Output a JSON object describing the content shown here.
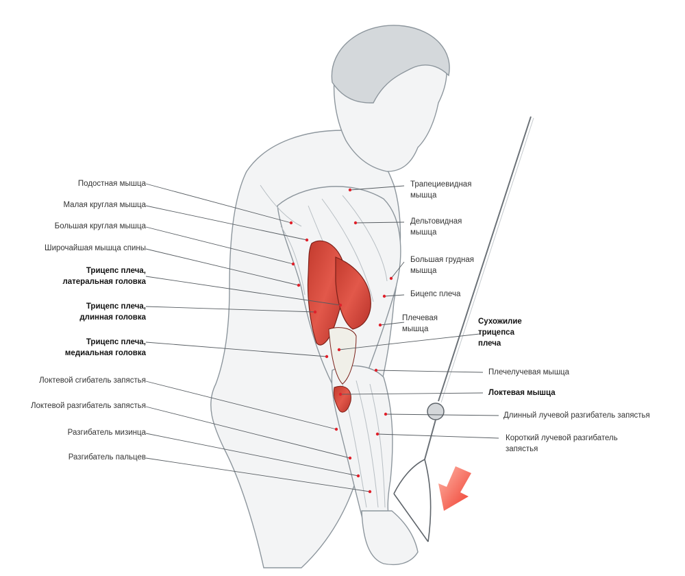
{
  "diagram": {
    "left_labels": [
      {
        "lines": [
          "Подостная мышца"
        ],
        "bold": false
      },
      {
        "lines": [
          "Малая круглая мышца"
        ],
        "bold": false
      },
      {
        "lines": [
          "Большая круглая мышца"
        ],
        "bold": false
      },
      {
        "lines": [
          "Широчайшая мышца спины"
        ],
        "bold": false
      },
      {
        "lines": [
          "Трицепс плеча,",
          "латеральная головка"
        ],
        "bold": true
      },
      {
        "lines": [
          "Трицепс плеча,",
          "длинная головка"
        ],
        "bold": true
      },
      {
        "lines": [
          "Трицепс плеча,",
          "медиальная головка"
        ],
        "bold": true
      },
      {
        "lines": [
          "Локтевой сгибатель запястья"
        ],
        "bold": false
      },
      {
        "lines": [
          "Локтевой разгибатель запястья"
        ],
        "bold": false
      },
      {
        "lines": [
          "Разгибатель мизинца"
        ],
        "bold": false
      },
      {
        "lines": [
          "Разгибатель пальцев"
        ],
        "bold": false
      }
    ],
    "right_labels": [
      {
        "lines": [
          "Трапециевидная",
          "мышца"
        ],
        "bold": false
      },
      {
        "lines": [
          "Дельтовидная",
          "мышца"
        ],
        "bold": false
      },
      {
        "lines": [
          "Большая грудная",
          "мышца"
        ],
        "bold": false
      },
      {
        "lines": [
          "Бицепс плеча"
        ],
        "bold": false
      },
      {
        "lines": [
          "Плечевая",
          "мышца"
        ],
        "bold": false
      },
      {
        "lines": [
          "Сухожилие",
          "трицепса",
          "плеча"
        ],
        "bold": true
      },
      {
        "lines": [
          "Плечелучевая мышца"
        ],
        "bold": false
      },
      {
        "lines": [
          "Локтевая мышца"
        ],
        "bold": true
      },
      {
        "lines": [
          "Длинный лучевой разгибатель запястья"
        ],
        "bold": false
      },
      {
        "lines": [
          "Короткий лучевой разгибатель",
          "запястья"
        ],
        "bold": false
      }
    ],
    "colors": {
      "muscle_highlight": "#d9473a",
      "leader_dot": "#e0202a",
      "arrow": "#ee3a2c",
      "sketch": "#9aa3aa"
    },
    "icons": [
      "downward-arrow-icon",
      "cable-pulley-icon",
      "rope-handle-icon"
    ]
  }
}
